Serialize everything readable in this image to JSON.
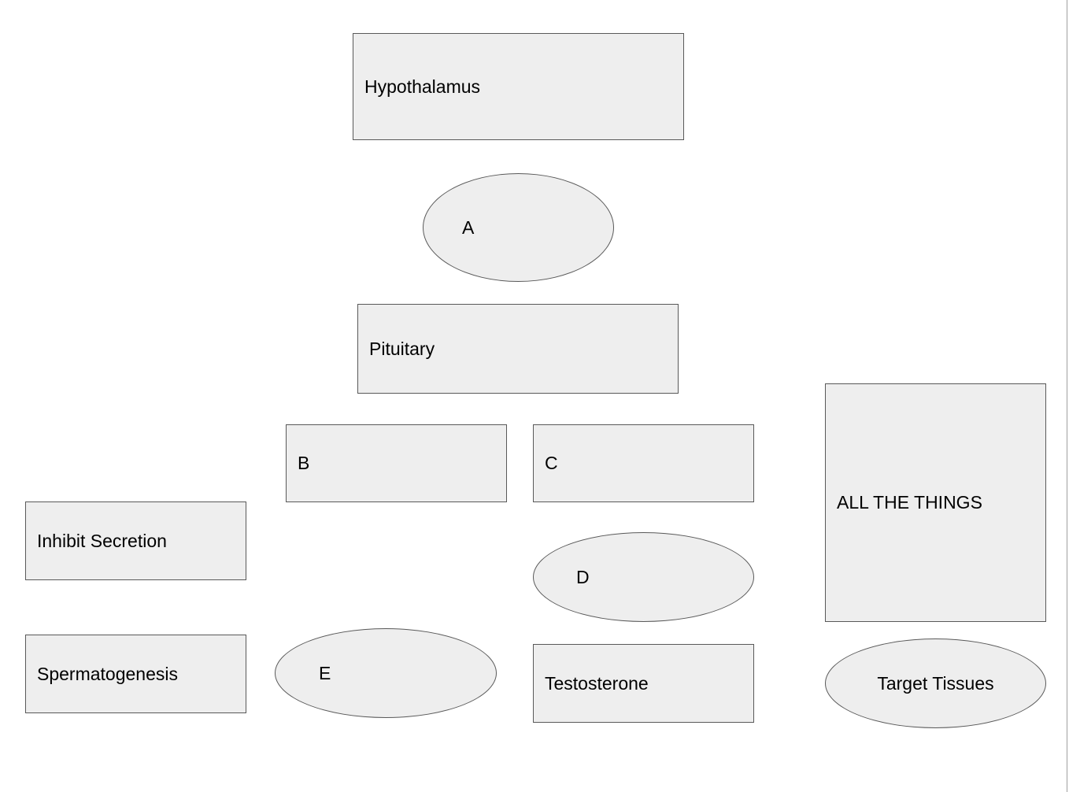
{
  "nodes": {
    "hypothalamus": "Hypothalamus",
    "a": "A",
    "pituitary": "Pituitary",
    "b": "B",
    "c": "C",
    "all_the_things": "ALL THE THINGS",
    "inhibit_secretion": "Inhibit Secretion",
    "d": "D",
    "spermatogenesis": "Spermatogenesis",
    "e": "E",
    "testosterone": "Testosterone",
    "target_tissues": "Target Tissues"
  },
  "colors": {
    "fill": "#eeeeee",
    "stroke": "#595959"
  }
}
